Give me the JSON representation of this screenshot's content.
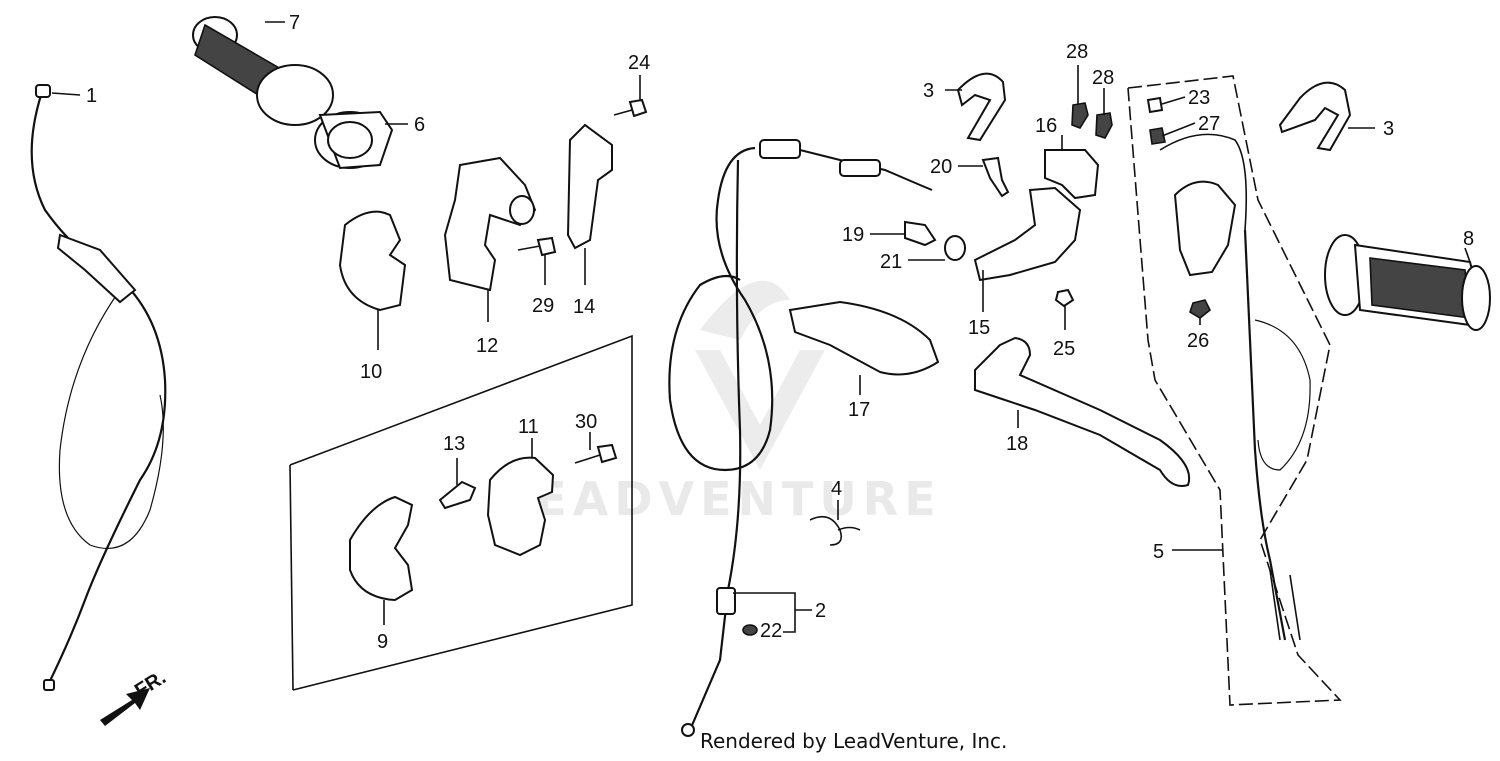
{
  "watermark": "LEADVENTURE",
  "credit": "Rendered by LeadVenture, Inc.",
  "direction_label": "FR.",
  "part_labels": [
    "1",
    "2",
    "3",
    "3",
    "4",
    "5",
    "6",
    "7",
    "8",
    "9",
    "10",
    "11",
    "12",
    "13",
    "14",
    "15",
    "16",
    "17",
    "18",
    "19",
    "20",
    "21",
    "22",
    "23",
    "24",
    "25",
    "26",
    "27",
    "28",
    "28",
    "29",
    "30"
  ]
}
